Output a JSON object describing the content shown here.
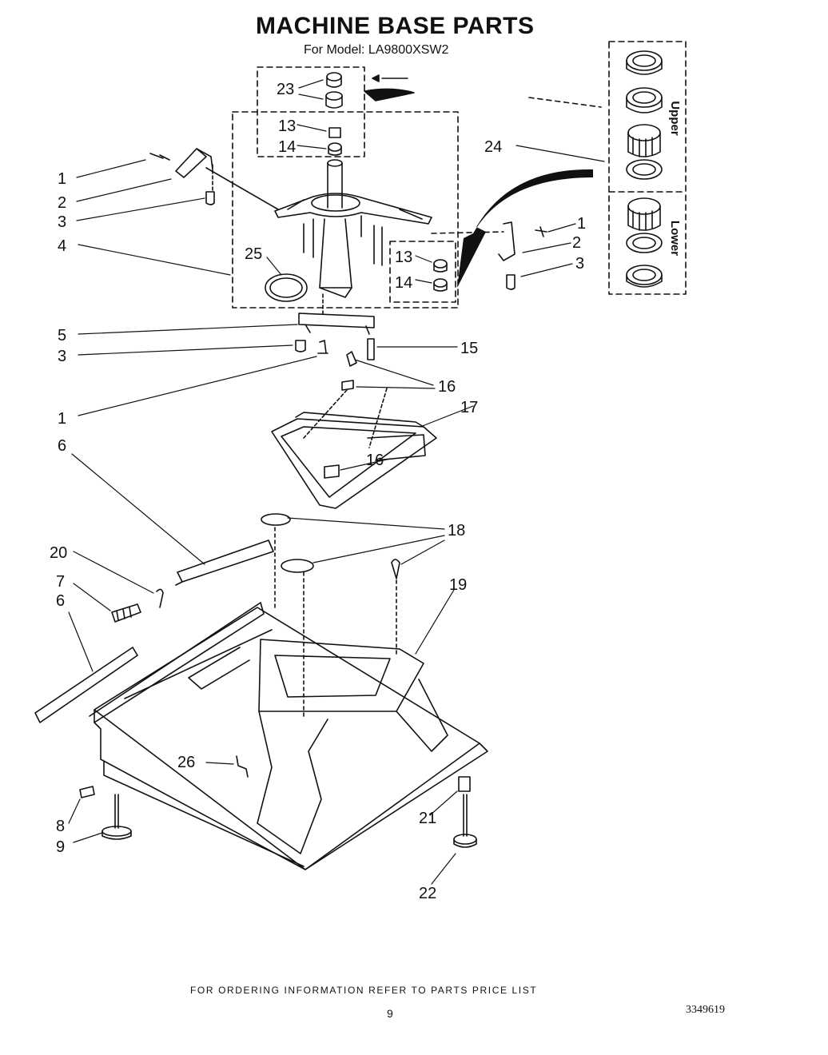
{
  "title": "MACHINE BASE PARTS",
  "subtitle": "For Model: LA9800XSW2",
  "footer_note": "FOR ORDERING INFORMATION REFER TO PARTS PRICE LIST",
  "page_number": "9",
  "doc_number": "3349619",
  "inset_labels": {
    "upper": "Upper",
    "lower": "Lower"
  },
  "callouts": [
    "1",
    "2",
    "3",
    "4",
    "5",
    "3",
    "1",
    "6",
    "20",
    "7",
    "6",
    "8",
    "9",
    "23",
    "13",
    "14",
    "25",
    "13",
    "14",
    "24",
    "1",
    "2",
    "3",
    "15",
    "16",
    "17",
    "16",
    "18",
    "19",
    "26",
    "21",
    "22"
  ]
}
